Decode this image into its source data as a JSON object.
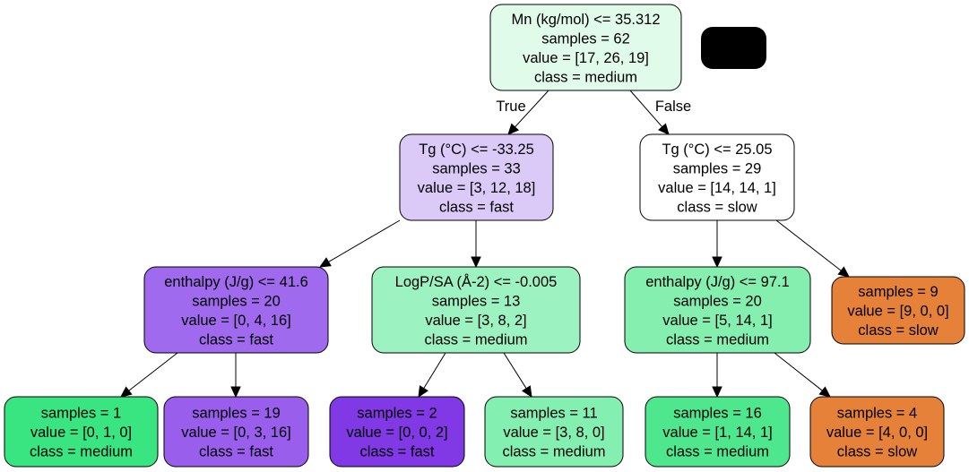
{
  "tree": {
    "nodes": [
      {
        "id": "n0",
        "lines": [
          "Mn (kg/mol) <= 35.312",
          "samples = 62",
          "value = [17, 26, 19]",
          "class = medium"
        ],
        "fill": "#e1fbeb"
      },
      {
        "id": "n1",
        "lines": [
          "Tg (°C) <= -33.25",
          "samples = 33",
          "value = [3, 12, 18]",
          "class = fast"
        ],
        "fill": "#dbc9f8"
      },
      {
        "id": "n2",
        "lines": [
          "Tg (°C) <= 25.05",
          "samples = 29",
          "value = [14, 14, 1]",
          "class = slow"
        ],
        "fill": "#ffffff"
      },
      {
        "id": "n3",
        "lines": [
          "enthalpy (J/g) <= 41.6",
          "samples = 20",
          "value = [0, 4, 16]",
          "class = fast"
        ],
        "fill": "#a06aee"
      },
      {
        "id": "n4",
        "lines": [
          "LogP/SA (Å-2) <= -0.005",
          "samples = 13",
          "value = [3, 8, 2]",
          "class = medium"
        ],
        "fill": "#9cf2c0"
      },
      {
        "id": "n5",
        "lines": [
          "enthalpy (J/g) <= 97.1",
          "samples = 20",
          "value = [5, 14, 1]",
          "class = medium"
        ],
        "fill": "#85efb0"
      },
      {
        "id": "n6",
        "lines": [
          "samples = 9",
          "value = [9, 0, 0]",
          "class = slow"
        ],
        "fill": "#e58139"
      },
      {
        "id": "n7",
        "lines": [
          "samples = 1",
          "value = [0, 1, 0]",
          "class = medium"
        ],
        "fill": "#39e581"
      },
      {
        "id": "n8",
        "lines": [
          "samples = 19",
          "value = [0, 3, 16]",
          "class = fast"
        ],
        "fill": "#9a5eed"
      },
      {
        "id": "n9",
        "lines": [
          "samples = 2",
          "value = [0, 0, 2]",
          "class = fast"
        ],
        "fill": "#8139e5"
      },
      {
        "id": "n10",
        "lines": [
          "samples = 11",
          "value = [3, 8, 0]",
          "class = medium"
        ],
        "fill": "#83efb0"
      },
      {
        "id": "n11",
        "lines": [
          "samples = 16",
          "value = [1, 14, 1]",
          "class = medium"
        ],
        "fill": "#4ee78e"
      },
      {
        "id": "n12",
        "lines": [
          "samples = 4",
          "value = [4, 0, 0]",
          "class = slow"
        ],
        "fill": "#e58139"
      }
    ],
    "edges": [
      {
        "from": "n0",
        "to": "n1",
        "label": "True"
      },
      {
        "from": "n0",
        "to": "n2",
        "label": "False"
      },
      {
        "from": "n1",
        "to": "n3",
        "label": ""
      },
      {
        "from": "n1",
        "to": "n4",
        "label": ""
      },
      {
        "from": "n2",
        "to": "n5",
        "label": ""
      },
      {
        "from": "n2",
        "to": "n6",
        "label": ""
      },
      {
        "from": "n3",
        "to": "n7",
        "label": ""
      },
      {
        "from": "n3",
        "to": "n8",
        "label": ""
      },
      {
        "from": "n4",
        "to": "n9",
        "label": ""
      },
      {
        "from": "n4",
        "to": "n10",
        "label": ""
      },
      {
        "from": "n5",
        "to": "n11",
        "label": ""
      },
      {
        "from": "n5",
        "to": "n12",
        "label": ""
      }
    ],
    "redaction_fill": "#000000"
  }
}
